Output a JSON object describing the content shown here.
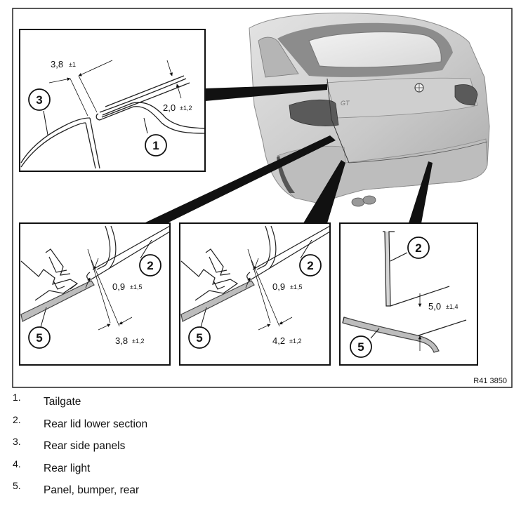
{
  "figure_id": "R41 3850",
  "dimensions": {
    "top": [
      {
        "value": "3,8",
        "tol": "±1"
      },
      {
        "value": "2,0",
        "tol": "±1,2"
      }
    ],
    "left": [
      {
        "value": "0,9",
        "tol": "±1,5"
      },
      {
        "value": "3,8",
        "tol": "±1,2"
      }
    ],
    "middle": [
      {
        "value": "0,9",
        "tol": "±1,5"
      },
      {
        "value": "4,2",
        "tol": "±1,2"
      }
    ],
    "right": [
      {
        "value": "5,0",
        "tol": "±1,4"
      }
    ]
  },
  "callouts": {
    "top": [
      "3",
      "1"
    ],
    "left": [
      "2",
      "5"
    ],
    "middle": [
      "2",
      "5"
    ],
    "right": [
      "2",
      "5"
    ]
  },
  "legend": [
    {
      "num": "1.",
      "text": "Tailgate"
    },
    {
      "num": "2.",
      "text": "Rear lid lower section"
    },
    {
      "num": "3.",
      "text": "Rear side panels"
    },
    {
      "num": "4.",
      "text": "Rear light"
    },
    {
      "num": "5.",
      "text": "Panel, bumper, rear"
    }
  ]
}
